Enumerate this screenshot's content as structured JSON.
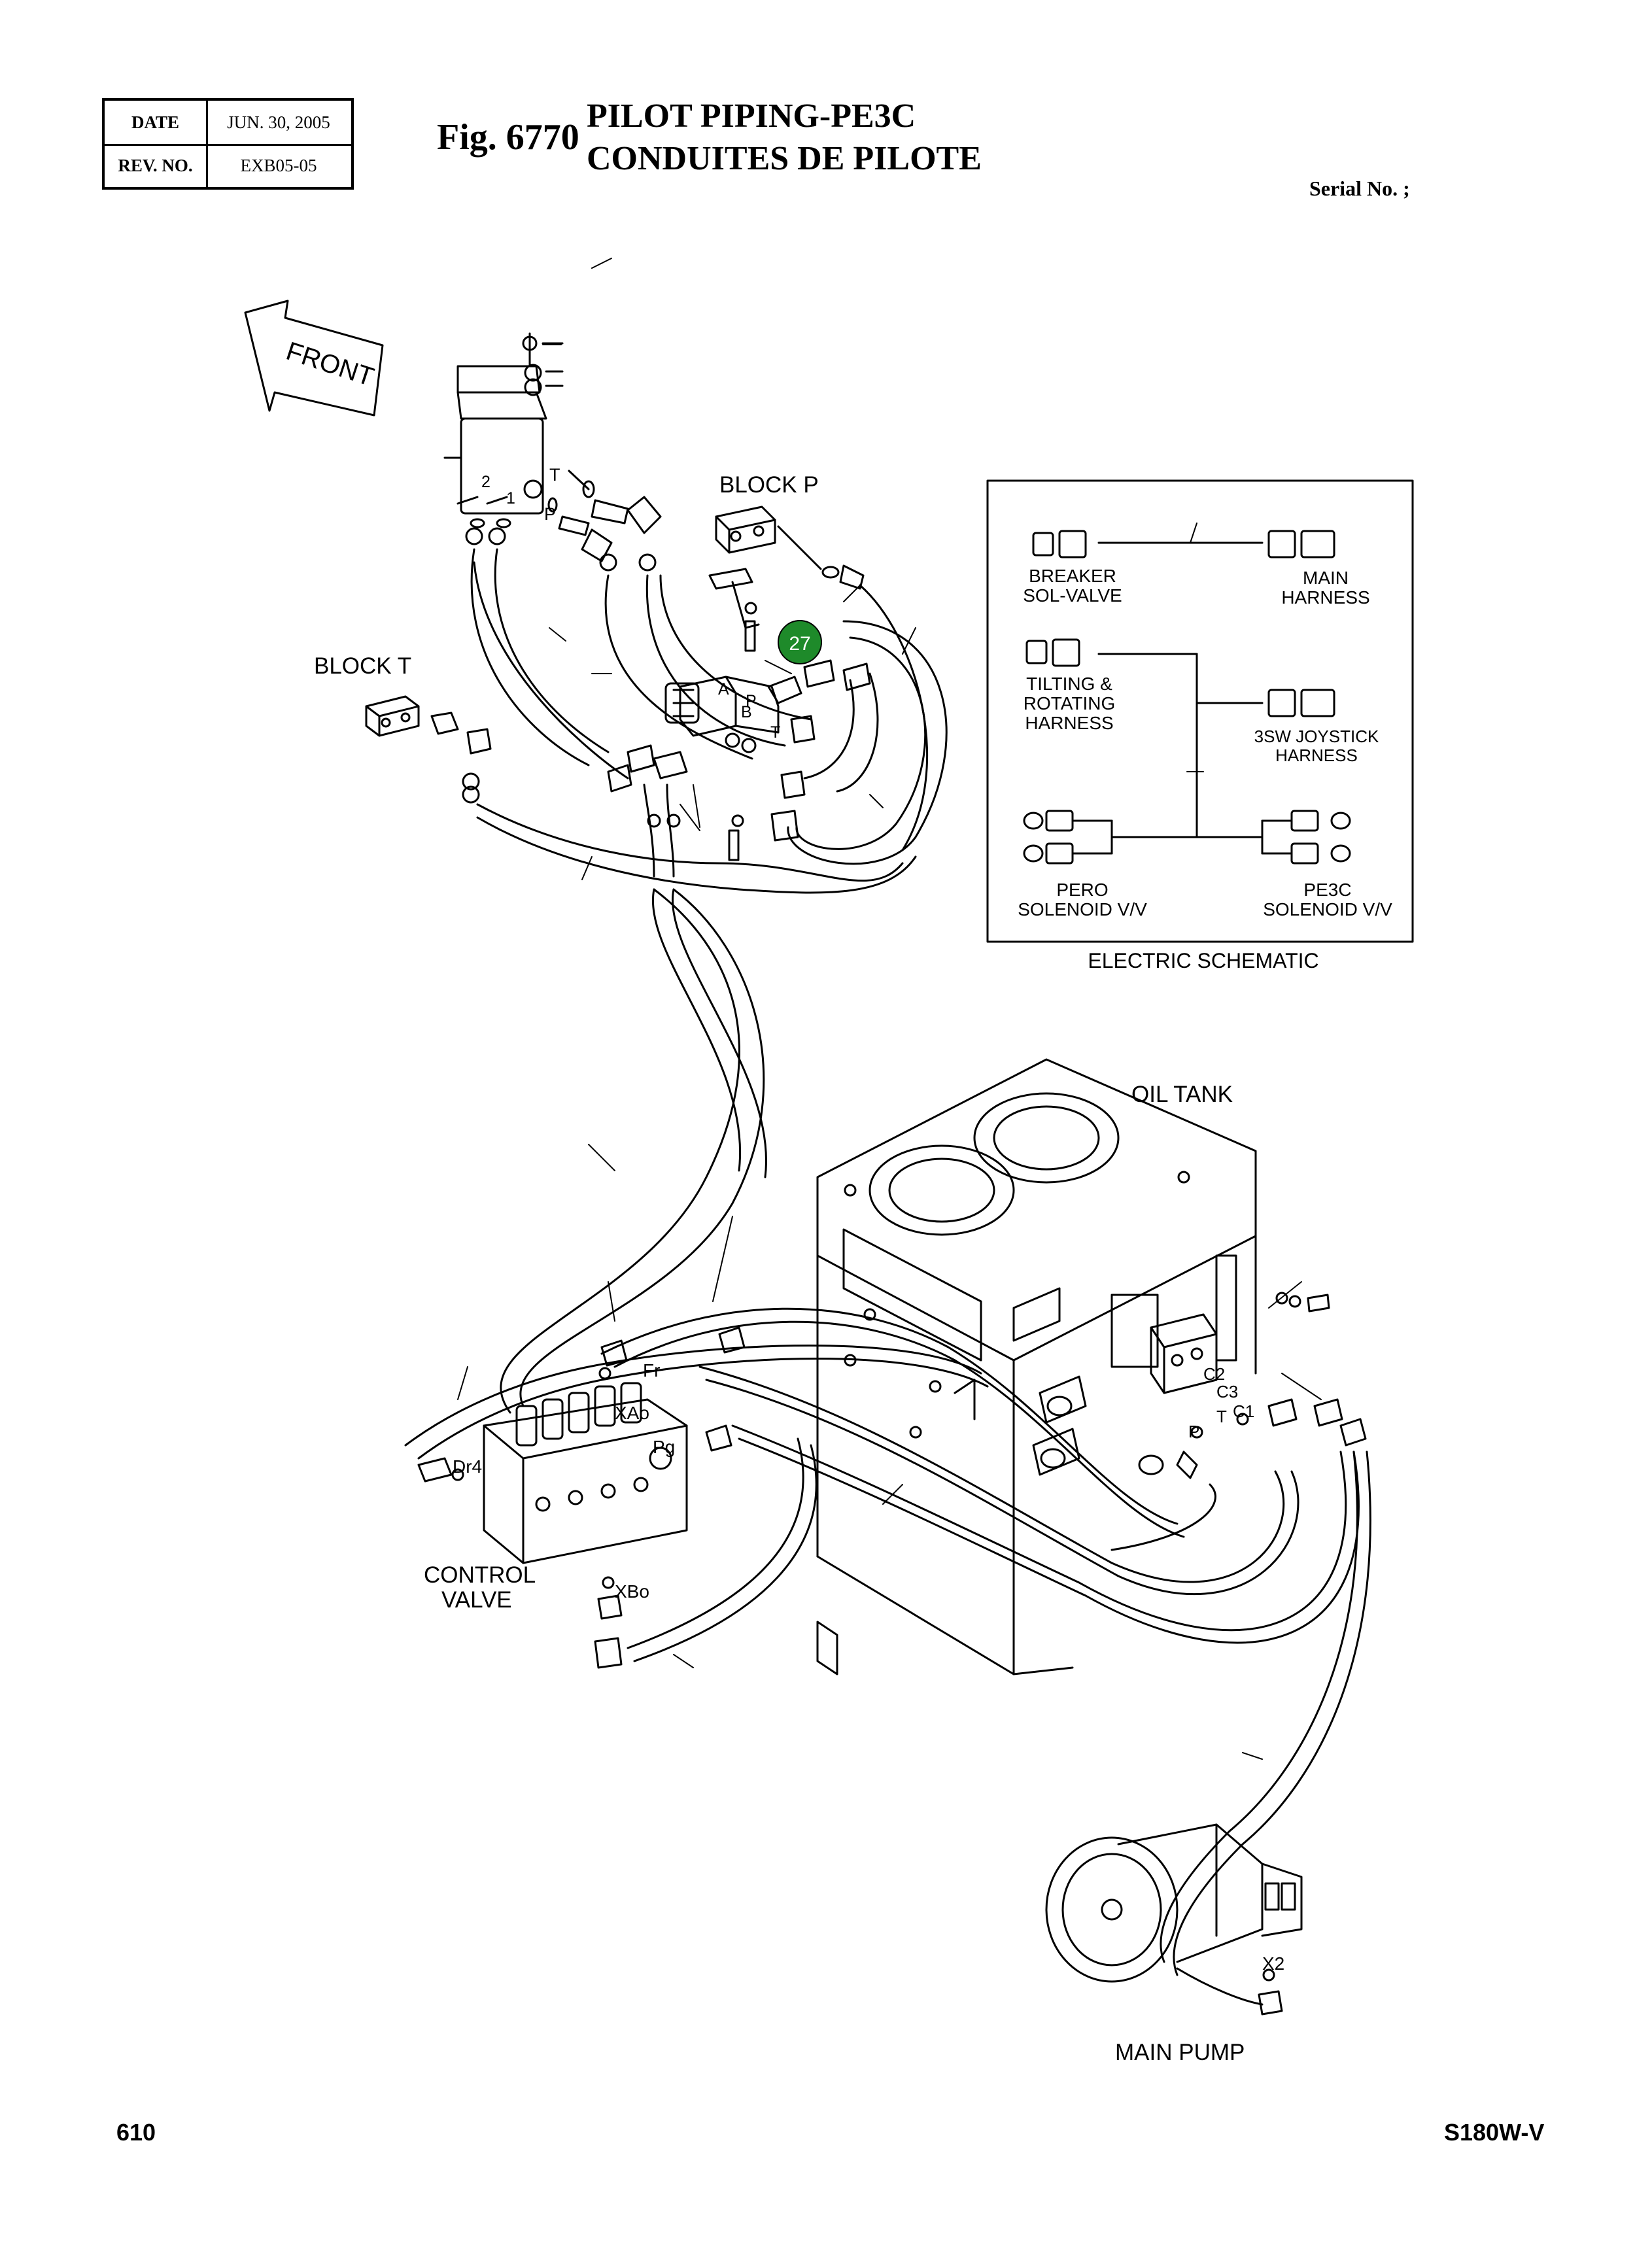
{
  "header": {
    "date_label": "DATE",
    "date_value": "JUN. 30, 2005",
    "rev_label": "REV. NO.",
    "rev_value": "EXB05-05",
    "fig_number": "Fig. 6770",
    "title_en": "PILOT PIPING-PE3C",
    "title_fr": "CONDUITES DE PILOTE",
    "serial": "Serial No. ;"
  },
  "labels": {
    "front": "FRONT",
    "block_p": "BLOCK P",
    "block_t": "BLOCK T",
    "oil_tank": "OIL TANK",
    "control_valve_1": "CONTROL",
    "control_valve_2": "VALVE",
    "main_pump": "MAIN PUMP",
    "callout": "27",
    "port_t": "T",
    "port_p": "P",
    "port_1": "1",
    "port_2": "2",
    "port_a": "A",
    "port_b": "B",
    "port_p2": "P",
    "port_t2": "T",
    "fr": "Fr",
    "xao": "XAo",
    "pg": "Pg",
    "dr4": "Dr4",
    "xbo": "XBo",
    "c2": "C2",
    "c3": "C3",
    "c1": "C1",
    "t_tank": "T",
    "p_tank": "P",
    "x2": "X2"
  },
  "schematic": {
    "title": "ELECTRIC SCHEMATIC",
    "breaker_1": "BREAKER",
    "breaker_2": "SOL-VALVE",
    "main_1": "MAIN",
    "main_2": "HARNESS",
    "tilting_1": "TILTING &",
    "tilting_2": "ROTATING",
    "tilting_3": "HARNESS",
    "joystick_1": "3SW JOYSTICK",
    "joystick_2": "HARNESS",
    "pero_1": "PERO",
    "pero_2": "SOLENOID V/V",
    "pe3c_1": "PE3C",
    "pe3c_2": "SOLENOID V/V"
  },
  "footer": {
    "page": "610",
    "model": "S180W-V"
  },
  "colors": {
    "ink": "#000000",
    "callout_fill": "#1e8a2a",
    "callout_text": "#ffffff"
  }
}
